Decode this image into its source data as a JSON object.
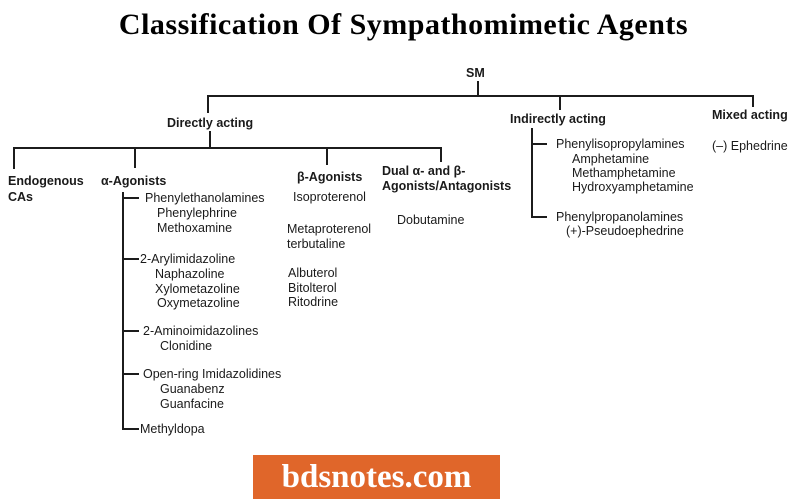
{
  "title": "Classification Of Sympathomimetic Agents",
  "root": {
    "label": "SM"
  },
  "directly": {
    "label": "Directly acting",
    "endogenous": {
      "line1": "Endogenous",
      "line2": "CAs"
    },
    "alpha": {
      "label": "α-Agonists",
      "groups": [
        {
          "name": "Phenylethanolamines",
          "members": [
            "Phenylephrine",
            "Methoxamine"
          ]
        },
        {
          "name": "2-Arylimidazoline",
          "members": [
            "Naphazoline",
            "Xylometazoline",
            "Oxymetazoline"
          ]
        },
        {
          "name": "2-Aminoimidazolines",
          "members": [
            "Clonidine"
          ]
        },
        {
          "name": "Open-ring Imidazolidines",
          "members": [
            "Guanabenz",
            "Guanfacine"
          ]
        },
        {
          "name": "Methyldopa",
          "members": []
        }
      ]
    },
    "beta": {
      "label": "β-Agonists",
      "items": [
        "Isoproterenol",
        "Metaproterenol",
        "terbutaline",
        "Albuterol",
        "Bitolterol",
        "Ritodrine"
      ]
    },
    "dual": {
      "label_line1": "Dual α- and β-",
      "label_line2": "Agonists/Antagonists",
      "items": [
        "Dobutamine"
      ]
    }
  },
  "indirectly": {
    "label": "Indirectly acting",
    "groups": [
      {
        "name": "Phenylisopropylamines",
        "members": [
          "Amphetamine",
          "Methamphetamine",
          "Hydroxyamphetamine"
        ]
      },
      {
        "name": "Phenylpropanolamines",
        "members": [
          "(+)-Pseudoephedrine"
        ]
      }
    ]
  },
  "mixed": {
    "label": "Mixed acting",
    "items": [
      "(–) Ephedrine"
    ]
  },
  "footer": {
    "watermark": "bdsnotes.com",
    "bg_color": "#e0662a",
    "text_color": "#ffffff"
  },
  "colors": {
    "line": "#1c1c1c",
    "text": "#1a1a1a",
    "background": "#ffffff"
  }
}
